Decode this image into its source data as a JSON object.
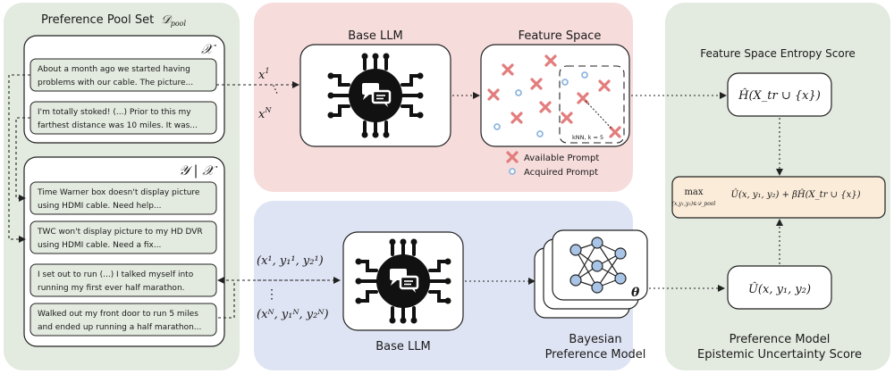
{
  "pool_panel": {
    "title": "Preference Pool Set",
    "title_math": "𝒟",
    "title_math_sub": "pool",
    "x_box": {
      "label": "𝒳",
      "cards": [
        {
          "line1": "About a month ago we started having",
          "line2": "problems with our cable. The picture..."
        },
        {
          "line1": "I'm totally stoked! (...)  Prior to this my",
          "line2": "farthest distance was 10 miles. It was..."
        }
      ]
    },
    "y_box": {
      "label": "𝒴 | 𝒳",
      "cards": [
        {
          "line1": "Time Warner box doesn't display picture",
          "line2": "using HDMI cable. Need help..."
        },
        {
          "line1": "TWC won't display picture to my HD DVR",
          "line2": "using HDMI cable. Need a fix..."
        },
        {
          "line1": "I set out to run (...) I talked myself into",
          "line2": "running my first ever half marathon."
        },
        {
          "line1": "Walked out my front door to run 5 miles",
          "line2": "and ended up running a half marathon..."
        }
      ]
    }
  },
  "arrows": {
    "x1_base": "x",
    "x1_sup": "1",
    "xn_base": "x",
    "xn_sup": "N",
    "tuple1": "(x¹, y₁¹, y₂¹)",
    "tupleN": "(xᴺ, y₁ᴺ, y₂ᴺ)",
    "vdots": "⋮"
  },
  "feature_panel": {
    "llm_title": "Base LLM",
    "space_title": "Feature Space",
    "knn_label": "kNN, k = 5",
    "legend": {
      "available": "Available Prompt",
      "acquired": "Acquired Prompt"
    }
  },
  "bayes_panel": {
    "llm_title": "Base LLM",
    "model_caption_line1": "Bayesian",
    "model_caption_line2": "Preference Model",
    "theta": "θ"
  },
  "score_panel": {
    "entropy_title": "Feature Space Entropy Score",
    "entropy_formula": "Ĥ(X_tr ∪ {x})",
    "objective_max": "max",
    "objective_sub": "(x,y₁,y₂)∈𝒟_pool",
    "objective_expr": "Û(x, y₁, y₂) + βĤ(X_tr ∪ {x})",
    "uncertainty_formula": "Û(x, y₁, y₂)",
    "uncertainty_caption_line1": "Preference Model",
    "uncertainty_caption_line2": "Epistemic Uncertainty Score"
  },
  "colors": {
    "pool_bg": "#e3eadf",
    "feature_bg": "#f7dcdc",
    "bayes_bg": "#dfe4f4",
    "score_bg": "#e3eadf",
    "objective_bg": "#fbecd9",
    "cross": "#e37d7d",
    "dot": "#8fb8e0"
  }
}
